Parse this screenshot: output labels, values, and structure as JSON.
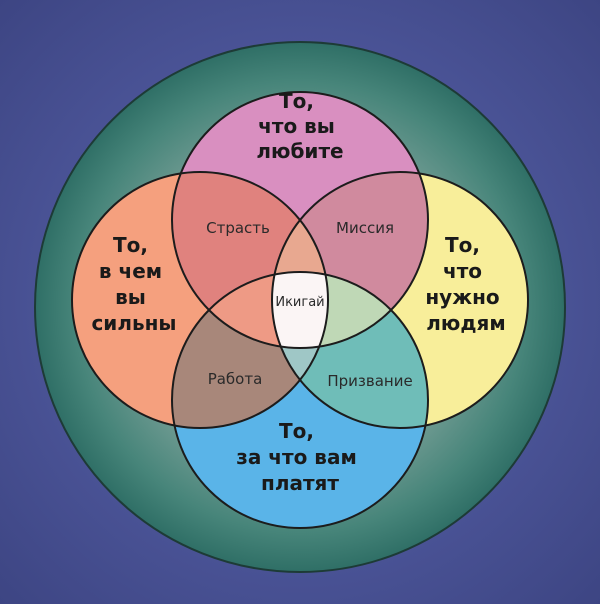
{
  "diagram": {
    "circles": {
      "love": {
        "lines": [
          "То,",
          "что вы",
          "любите"
        ],
        "color": "#d98fc0"
      },
      "good_at": {
        "lines": [
          "То,",
          "в чем",
          "вы",
          "сильны"
        ],
        "color": "#f5a07e"
      },
      "needs": {
        "lines": [
          "То,",
          "что",
          "нужно",
          "людям"
        ],
        "color": "#f8ee9a"
      },
      "paid": {
        "lines": [
          "То,",
          "за что вам",
          "платят"
        ],
        "color": "#5ab4e8"
      }
    },
    "intersections": {
      "passion": "Страсть",
      "mission": "Миссия",
      "profession": "Работа",
      "vocation": "Призвание",
      "ikigai": "Икигай"
    },
    "colors": {
      "outer_ring": "#3f8377",
      "background": "#4a5396",
      "passion": "#e0827e",
      "mission": "#d08a9e",
      "profession": "#a8877a",
      "vocation": "#6fbdb8",
      "top_center": "#e8a890",
      "left_center": "#ee9a85",
      "right_center": "#bfd8b6",
      "bottom_center": "#9fc7c6",
      "ikigai": "#fbf5f5"
    }
  }
}
